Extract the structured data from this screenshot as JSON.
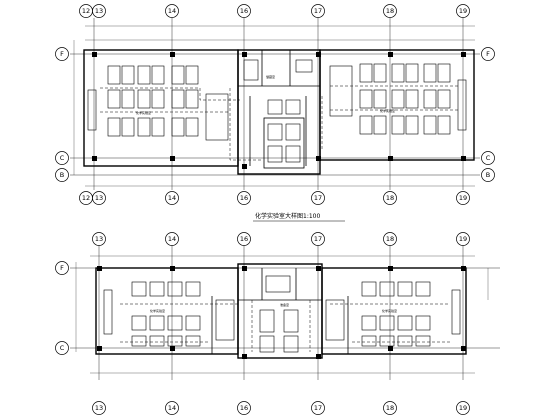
{
  "upper_plan": {
    "caption": "化学实验室大样图1:100",
    "top_axis_labels": [
      "13",
      "14",
      "16",
      "17",
      "18",
      "19"
    ],
    "top_axis_first": "12",
    "bottom_axis_labels": [
      "12",
      "13",
      "14",
      "16",
      "17",
      "18",
      "19"
    ],
    "left_axis_labels": [
      "F",
      "C",
      "B"
    ],
    "right_axis_labels": [
      "F",
      "C",
      "B"
    ],
    "room_labels": [
      "储藏室",
      "化学实验室",
      "化学实验室"
    ]
  },
  "lower_plan": {
    "top_axis_labels": [
      "13",
      "14",
      "16",
      "17",
      "18",
      "19"
    ],
    "bottom_axis_labels": [
      "13",
      "14",
      "16",
      "17",
      "18",
      "19"
    ],
    "left_axis_labels": [
      "F",
      "C"
    ],
    "room_labels": [
      "化学实验室",
      "化学实验室",
      "准备室"
    ]
  }
}
